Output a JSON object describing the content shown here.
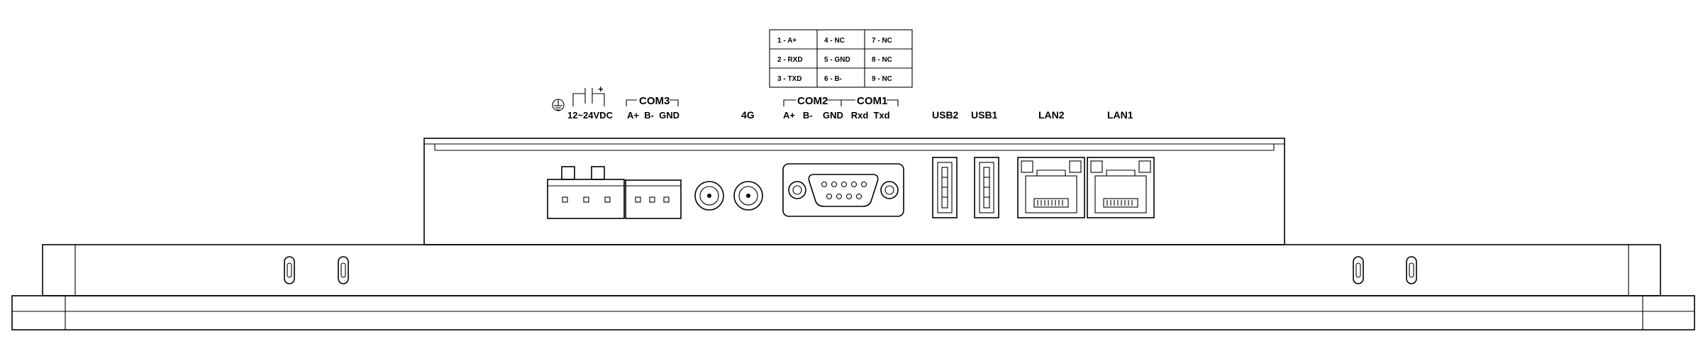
{
  "pin_table": {
    "rows": [
      [
        "1 - A+",
        "4 - NC",
        "7 - NC"
      ],
      [
        "2 - RXD",
        "5 - GND",
        "8 - NC"
      ],
      [
        "3 - TXD",
        "6 - B-",
        "9 - NC"
      ]
    ]
  },
  "labels": {
    "power": "12~24VDC",
    "power_plus": "+",
    "com3_title": "COM3",
    "com3_pins": "A+  B-  GND",
    "fourg": "4G",
    "com2_title": "COM2",
    "com1_title": "COM1",
    "db9_pins": "A+   B-    GND   Rxd  Txd",
    "usb2": "USB2",
    "usb1": "USB1",
    "lan2": "LAN2",
    "lan1": "LAN1"
  }
}
